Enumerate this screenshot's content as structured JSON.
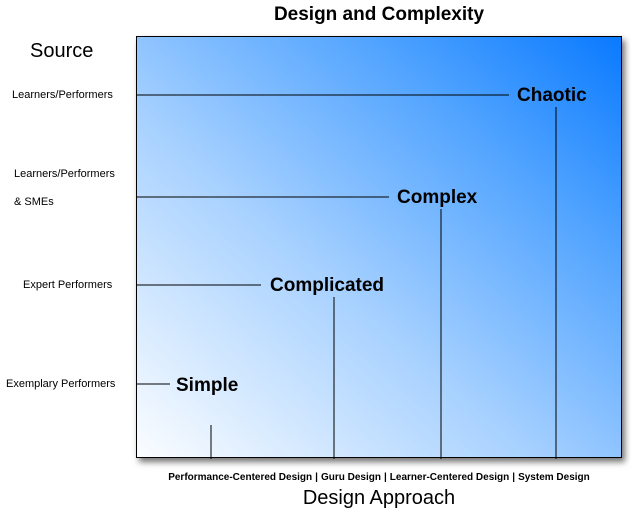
{
  "title": "Design and Complexity",
  "y_axis_title": "Source",
  "x_axis_title": "Design Approach",
  "sources": {
    "learners": "Learners/Performers",
    "learners_smes_line1": "Learners/Performers",
    "learners_smes_line2": "& SMEs",
    "expert": "Expert Performers",
    "exemplary": "Exemplary Performers"
  },
  "nodes": {
    "chaotic": "Chaotic",
    "complex": "Complex",
    "complicated": "Complicated",
    "simple": "Simple"
  },
  "approaches": {
    "performance": "Performance-Centered Design",
    "guru": "Guru Design",
    "learner": "Learner-Centered Design",
    "system": "System Design",
    "separator": "|"
  },
  "colors": {
    "gradient_light": "#fbfdff",
    "gradient_dark": "#0a7aff",
    "line": "#000000"
  }
}
